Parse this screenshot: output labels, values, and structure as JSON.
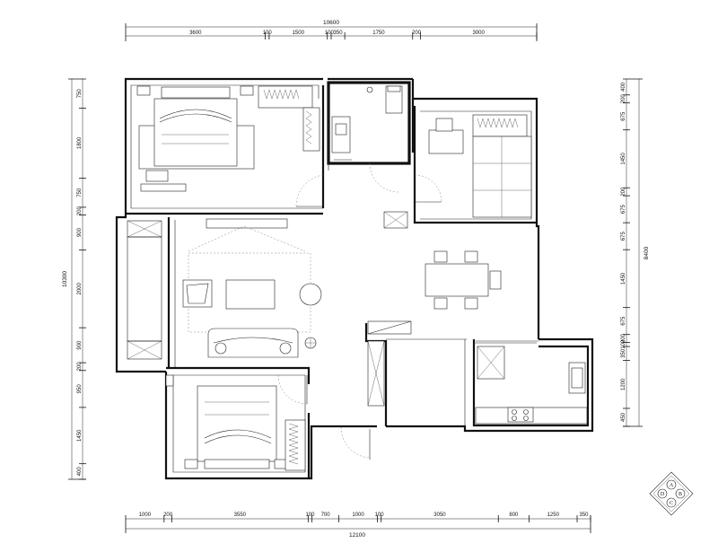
{
  "dimensions": {
    "top_total": "10600",
    "top_segments": [
      "3600",
      "100",
      "1500",
      "100",
      "350",
      "1750",
      "200",
      "3000"
    ],
    "bottom_total": "12100",
    "bottom_segments": [
      "1000",
      "200",
      "3550",
      "100",
      "700",
      "1000",
      "100",
      "3050",
      "800",
      "1250",
      "350"
    ],
    "left_total": "10300",
    "left_segments": [
      "750",
      "1800",
      "750",
      "200",
      "900",
      "2000",
      "900",
      "200",
      "950",
      "1450",
      "400"
    ],
    "right_total": "8400",
    "right_segments": [
      "400",
      "200",
      "675",
      "1450",
      "200",
      "675",
      "675",
      "1450",
      "675",
      "200",
      "100",
      "350",
      "1200",
      "450"
    ]
  },
  "compass": {
    "labels": [
      "A",
      "B",
      "C",
      "D"
    ]
  }
}
